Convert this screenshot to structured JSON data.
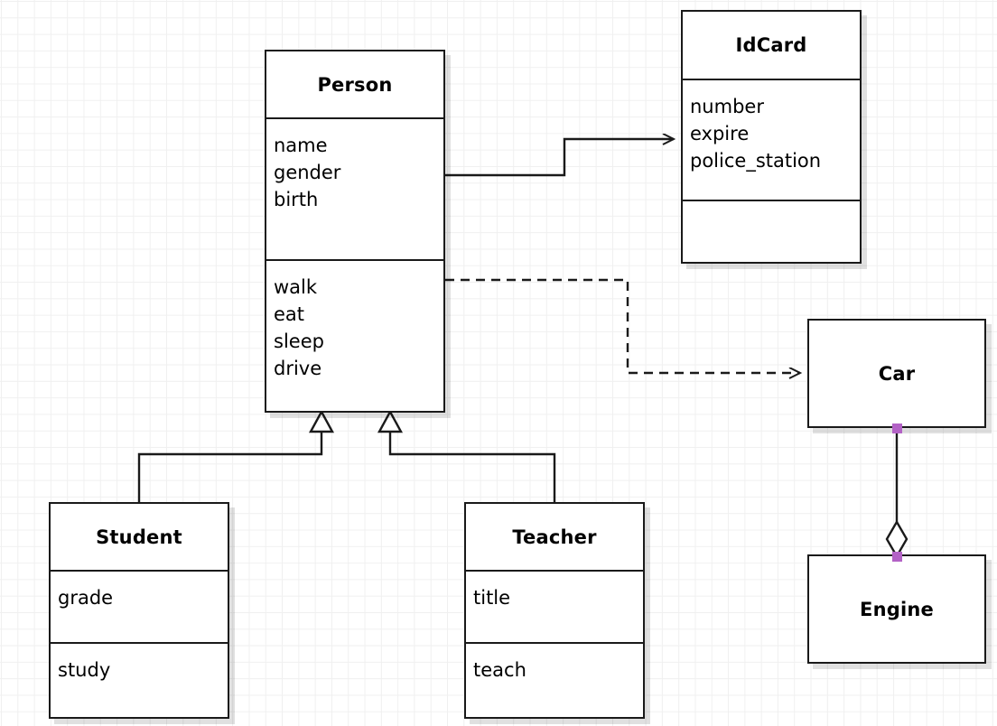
{
  "diagram": {
    "type": "uml-class-diagram",
    "background": "#ffffff",
    "grid_color": "#f0f0f0",
    "line_color": "#1a1a1a",
    "handle_color": "#b362c6"
  },
  "classes": {
    "person": {
      "name": "Person",
      "attributes": [
        "name",
        "gender",
        "birth"
      ],
      "methods": [
        "walk",
        "eat",
        "sleep",
        "drive"
      ]
    },
    "idcard": {
      "name": "IdCard",
      "attributes": [
        "number",
        "expire",
        "police_station"
      ],
      "methods": []
    },
    "student": {
      "name": "Student",
      "attributes": [
        "grade"
      ],
      "methods": [
        "study"
      ]
    },
    "teacher": {
      "name": "Teacher",
      "attributes": [
        "title"
      ],
      "methods": [
        "teach"
      ]
    },
    "car": {
      "name": "Car"
    },
    "engine": {
      "name": "Engine"
    }
  },
  "relationships": [
    {
      "name": "person-to-idcard",
      "kind": "association",
      "style": "solid",
      "arrowhead": "open-arrow",
      "from": "Person",
      "to": "IdCard"
    },
    {
      "name": "person-to-car",
      "kind": "dependency",
      "style": "dashed",
      "arrowhead": "open-arrow",
      "from": "Person",
      "to": "Car"
    },
    {
      "name": "student-to-person",
      "kind": "generalization",
      "style": "solid",
      "arrowhead": "hollow-triangle",
      "from": "Student",
      "to": "Person"
    },
    {
      "name": "teacher-to-person",
      "kind": "generalization",
      "style": "solid",
      "arrowhead": "hollow-triangle",
      "from": "Teacher",
      "to": "Person"
    },
    {
      "name": "car-to-engine",
      "kind": "aggregation",
      "style": "solid",
      "arrowhead": "hollow-diamond",
      "from": "Car",
      "to": "Engine"
    }
  ]
}
